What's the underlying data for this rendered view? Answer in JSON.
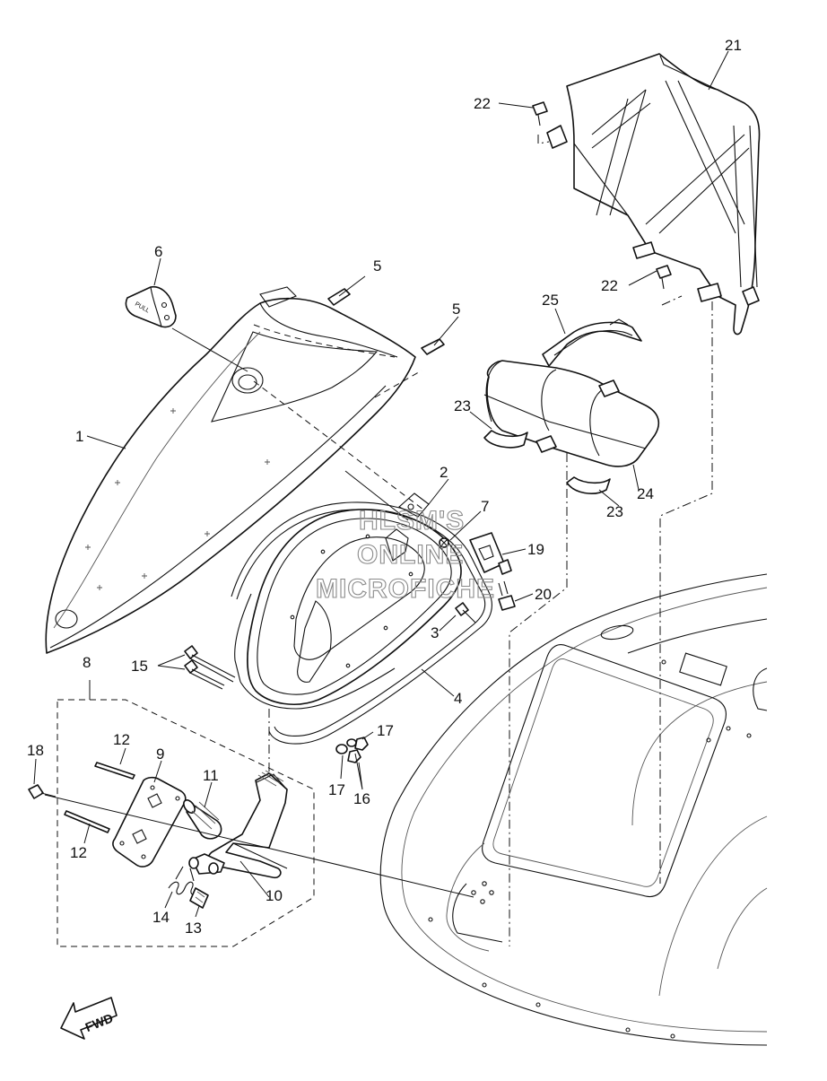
{
  "callouts": [
    {
      "id": "c1",
      "label": "1"
    },
    {
      "id": "c2",
      "label": "2"
    },
    {
      "id": "c3",
      "label": "3"
    },
    {
      "id": "c4",
      "label": "4"
    },
    {
      "id": "c5a",
      "label": "5"
    },
    {
      "id": "c5b",
      "label": "5"
    },
    {
      "id": "c6",
      "label": "6"
    },
    {
      "id": "c7",
      "label": "7"
    },
    {
      "id": "c8",
      "label": "8"
    },
    {
      "id": "c9",
      "label": "9"
    },
    {
      "id": "c10",
      "label": "10"
    },
    {
      "id": "c11",
      "label": "11"
    },
    {
      "id": "c12a",
      "label": "12"
    },
    {
      "id": "c12b",
      "label": "12"
    },
    {
      "id": "c13",
      "label": "13"
    },
    {
      "id": "c14",
      "label": "14"
    },
    {
      "id": "c15",
      "label": "15"
    },
    {
      "id": "c16",
      "label": "16"
    },
    {
      "id": "c17a",
      "label": "17"
    },
    {
      "id": "c17b",
      "label": "17"
    },
    {
      "id": "c18",
      "label": "18"
    },
    {
      "id": "c19",
      "label": "19"
    },
    {
      "id": "c20",
      "label": "20"
    },
    {
      "id": "c21",
      "label": "21"
    },
    {
      "id": "c22a",
      "label": "22"
    },
    {
      "id": "c22b",
      "label": "22"
    },
    {
      "id": "c23a",
      "label": "23"
    },
    {
      "id": "c23b",
      "label": "23"
    },
    {
      "id": "c24",
      "label": "24"
    },
    {
      "id": "c25",
      "label": "25"
    }
  ],
  "watermark": {
    "line1": "HLSM'S",
    "line2": "ONLINE",
    "line3": "MICROFICHE"
  },
  "fwd_label": "FWD",
  "pull_label": "PULL"
}
